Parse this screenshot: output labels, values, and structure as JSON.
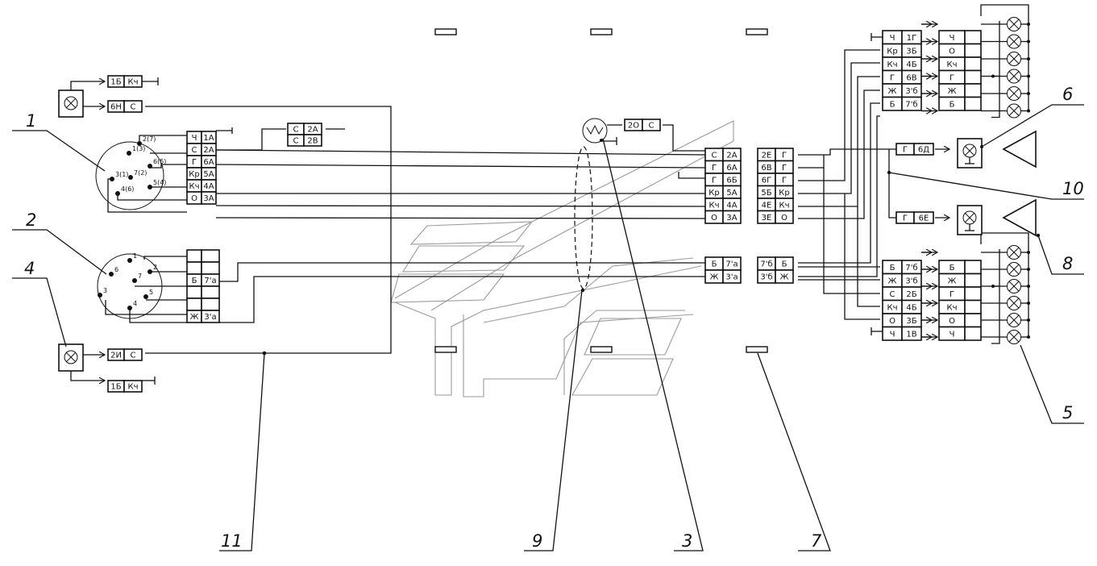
{
  "callouts": [
    "1",
    "2",
    "4",
    "11",
    "9",
    "3",
    "7",
    "6",
    "10",
    "8",
    "5"
  ],
  "connectors": {
    "lamp_top_left": [
      [
        "1Б",
        "Кч"
      ],
      [
        "6Н",
        "С"
      ]
    ],
    "lamp_bottom_left": [
      [
        "2И",
        "С"
      ],
      [
        "1Б",
        "Кч"
      ]
    ],
    "socket1": [
      [
        "Ч",
        "1А"
      ],
      [
        "С",
        "2А"
      ],
      [
        "Г",
        "6А"
      ],
      [
        "Кр",
        "5А"
      ],
      [
        "Кч",
        "4А"
      ],
      [
        "О",
        "3А"
      ]
    ],
    "socket1_pins": [
      "1(3)",
      "2(7)",
      "7(2)",
      "6(5)",
      "3(1)",
      "4(6)",
      "5(4)"
    ],
    "top_jumper": [
      [
        "С",
        "2А"
      ],
      [
        "С",
        "2В"
      ]
    ],
    "socket2": [
      [
        "",
        ""
      ],
      [
        "",
        ""
      ],
      [
        "Б",
        "7'а"
      ],
      [
        "",
        ""
      ],
      [
        "",
        ""
      ],
      [
        "Ж",
        "3'а"
      ]
    ],
    "socket2_pins": [
      "1",
      "2",
      "6",
      "3",
      "7",
      "5",
      "4"
    ],
    "horn": [
      "2О",
      "С"
    ],
    "mid_a": [
      [
        "С",
        "2А"
      ],
      [
        "Г",
        "6А"
      ],
      [
        "Г",
        "6Б"
      ],
      [
        "Кр",
        "5А"
      ],
      [
        "Кч",
        "4А"
      ],
      [
        "О",
        "3А"
      ]
    ],
    "mid_b": [
      [
        "2Е",
        "Г"
      ],
      [
        "6В",
        "Г"
      ],
      [
        "6Г",
        "Г"
      ],
      [
        "5Б",
        "Кр"
      ],
      [
        "4Е",
        "Кч"
      ],
      [
        "3Е",
        "О"
      ]
    ],
    "mid_c": [
      [
        "Б",
        "7'а"
      ],
      [
        "Ж",
        "3'а"
      ]
    ],
    "mid_d": [
      [
        "7'б",
        "Б"
      ],
      [
        "3'б",
        "Ж"
      ]
    ],
    "right_top_a": [
      [
        "Ч",
        "1Г"
      ],
      [
        "Кр",
        "3Б"
      ],
      [
        "Кч",
        "4Б"
      ],
      [
        "Г",
        "6В"
      ],
      [
        "Ж",
        "3'б"
      ],
      [
        "Б",
        "7'б"
      ]
    ],
    "right_top_b": [
      [
        "Ч",
        ""
      ],
      [
        "О",
        ""
      ],
      [
        "Кч",
        ""
      ],
      [
        "Г",
        ""
      ],
      [
        "Ж",
        ""
      ],
      [
        "Б",
        ""
      ]
    ],
    "right_bot_a": [
      [
        "Б",
        "7'б"
      ],
      [
        "Ж",
        "3'б"
      ],
      [
        "С",
        "2Б"
      ],
      [
        "Кч",
        "4Б"
      ],
      [
        "О",
        "3Б"
      ],
      [
        "Ч",
        "1В"
      ]
    ],
    "right_bot_b": [
      [
        "Б",
        ""
      ],
      [
        "Ж",
        ""
      ],
      [
        "Г",
        ""
      ],
      [
        "Кч",
        ""
      ],
      [
        "О",
        ""
      ],
      [
        "Ч",
        ""
      ]
    ],
    "mirror_top": [
      "Г",
      "6Д"
    ],
    "mirror_bot": [
      "Г",
      "6Е"
    ]
  }
}
